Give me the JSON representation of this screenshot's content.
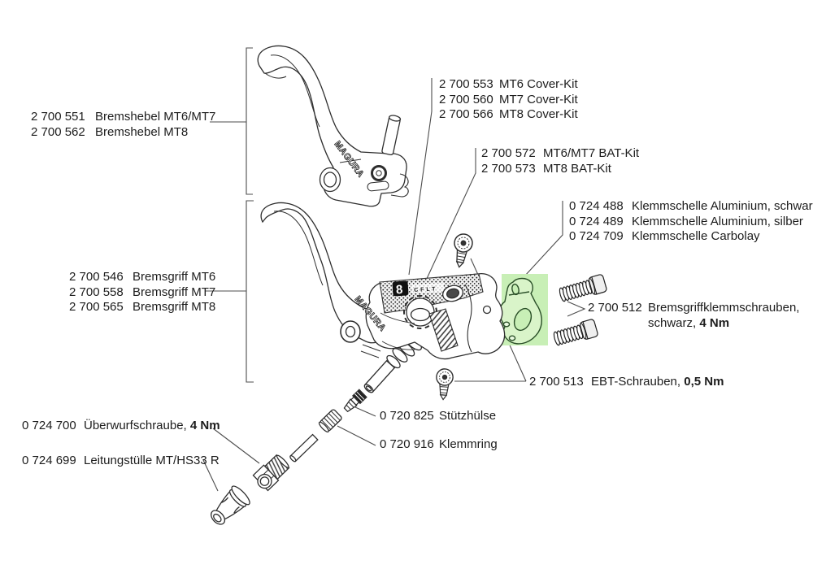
{
  "colors": {
    "highlight_green": "#c8efb6",
    "clamp_fill_green": "#d9f4c9",
    "clamp_line_green": "#2a4f28",
    "ink": "#2e2e2e",
    "leader": "#4d4d4d",
    "text": "#1c1c1c"
  },
  "artwork": {
    "brand_text": "MAGURA",
    "cover_badge": "8",
    "cover_text": "CFLT"
  },
  "labels": {
    "bremshebel": {
      "rows": [
        {
          "num": "2 700 551",
          "name": "Bremshebel MT6/MT7"
        },
        {
          "num": "2 700 562",
          "name": "Bremshebel MT8"
        }
      ]
    },
    "cover_kit": {
      "rows": [
        {
          "num": "2 700 553",
          "name": "MT6 Cover-Kit"
        },
        {
          "num": "2 700 560",
          "name": "MT7 Cover-Kit"
        },
        {
          "num": "2 700 566",
          "name": "MT8 Cover-Kit"
        }
      ]
    },
    "bat_kit": {
      "rows": [
        {
          "num": "2 700 572",
          "name": "MT6/MT7 BAT-Kit"
        },
        {
          "num": "2 700 573",
          "name": "MT8 BAT-Kit"
        }
      ]
    },
    "klemmschelle": {
      "rows": [
        {
          "num": "0 724 488",
          "name": "Klemmschelle Aluminium, schwarz"
        },
        {
          "num": "0 724 489",
          "name": "Klemmschelle Aluminium, silber"
        },
        {
          "num": "0 724 709",
          "name": "Klemmschelle Carbolay"
        }
      ]
    },
    "bremsgriff": {
      "rows": [
        {
          "num": "2 700 546",
          "name": "Bremsgriff MT6"
        },
        {
          "num": "2 700 558",
          "name": "Bremsgriff MT7"
        },
        {
          "num": "2 700 565",
          "name": "Bremsgriff MT8"
        }
      ]
    },
    "klemmschrauben": {
      "num": "2 700 512",
      "name": "Bremsgriffklemmschrauben,",
      "name2": "schwarz, ",
      "bold": "4 Nm"
    },
    "ebt_schrauben": {
      "num": "2 700 513",
      "name": "EBT-Schrauben, ",
      "bold": "0,5 Nm"
    },
    "stuetzhuelse": {
      "num": "0 720 825",
      "name": "Stützhülse"
    },
    "klemmring": {
      "num": "0 720 916",
      "name": "Klemmring"
    },
    "ueberwurfschraube": {
      "num": "0 724 700",
      "name": "Überwurfschraube, ",
      "bold": "4 Nm"
    },
    "leitungstuelle": {
      "num": "0 724 699",
      "name": "Leitungstülle MT/HS33 R"
    }
  }
}
